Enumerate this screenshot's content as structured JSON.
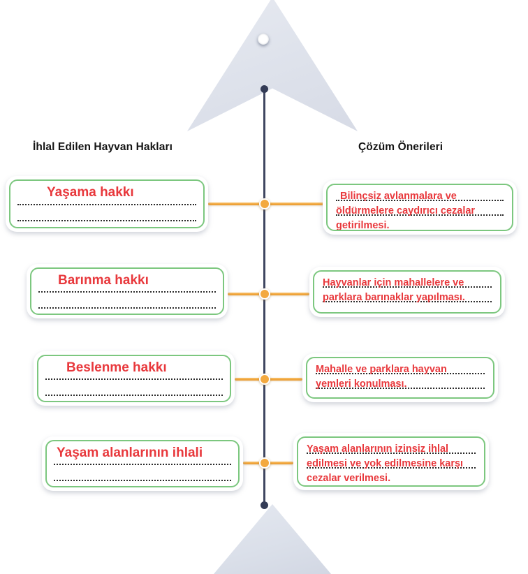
{
  "diagram": {
    "type": "fishbone-diagram",
    "headers": {
      "left": "İhlal Edilen Hayvan Hakları",
      "right": "Çözüm Önerileri"
    },
    "colors": {
      "text_red": "#e8383c",
      "border_green": "#7cc77f",
      "connector_orange": "#f3a93f",
      "spine_navy": "#3f4660",
      "fish_gray": "#dfe3ec",
      "header_black": "#141414"
    },
    "rows": [
      {
        "left": "Yaşama hakkı",
        "right": "Bilinçsiz avlanmalara ve öldürmelere caydırıcı cezalar getirilmesi."
      },
      {
        "left": "Barınma hakkı",
        "right": "Hayvanlar için mahallelere ve parklara barınaklar yapılması."
      },
      {
        "left": "Beslenme hakkı",
        "right": "Mahalle ve parklara hayvan yemleri konulması."
      },
      {
        "left": "Yaşam alanlarının ihlali",
        "right": "Yaşam alanlarının izinsiz ihlal edilmesi ve yok edilmesine karşı cezalar verilmesi."
      }
    ]
  }
}
